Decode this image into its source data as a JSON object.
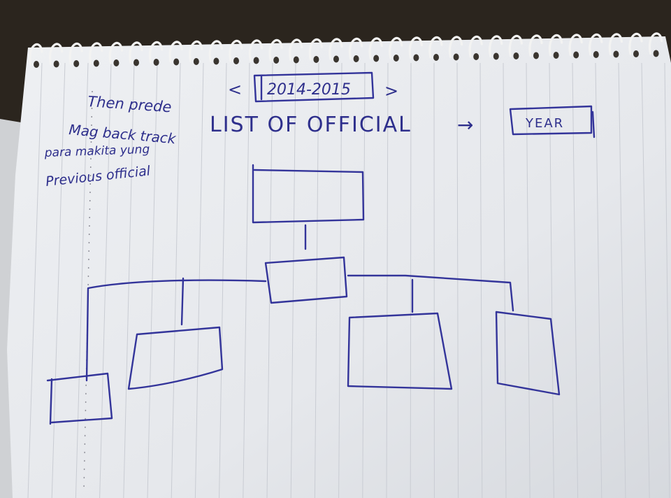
{
  "note": {
    "lines": [
      "Then prede",
      "Mag back track",
      "para makita yung",
      "Previous official"
    ]
  },
  "header": {
    "year_range": "2014-2015",
    "prev_arrow": "<",
    "next_arrow": ">",
    "title": "LIST OF OFFICIAL",
    "title_arrow": "→",
    "year_button": "YEAR"
  },
  "colors": {
    "ink": "#33349a",
    "paper": "#e9ebee",
    "rule_line": "#c7cbd3",
    "background": "#2a241d"
  }
}
